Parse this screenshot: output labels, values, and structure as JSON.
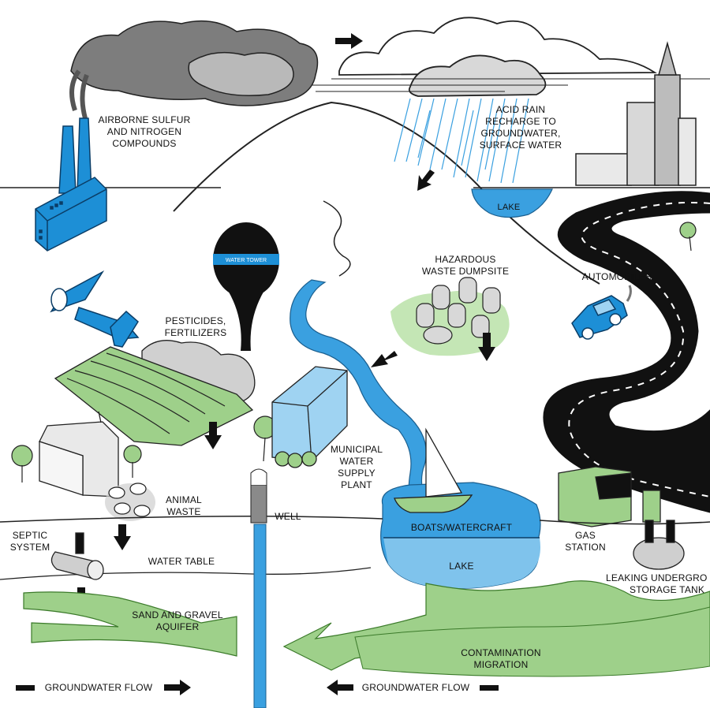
{
  "colors": {
    "water_blue": "#3aa0e0",
    "light_blue": "#9fd3f2",
    "industry_blue": "#1d8fd6",
    "ground_green": "#9ed08a",
    "smoke_gray": "#8a8a8a",
    "road_black": "#111111"
  },
  "labels": {
    "airborne": [
      "AIRBORNE SULFUR",
      "AND NITROGEN",
      "COMPOUNDS"
    ],
    "acid_rain": [
      "ACID RAIN",
      "RECHARGE TO",
      "GROUNDWATER,",
      "SURFACE WATER"
    ],
    "lake_top": "LAKE",
    "water_tower": "WATER TOWER",
    "hazardous": [
      "HAZARDOUS",
      "WASTE DUMPSITE"
    ],
    "automobiles": "AUTOMOBILES",
    "pesticides": [
      "PESTICIDES,",
      "FERTILIZERS"
    ],
    "municipal": [
      "MUNICIPAL",
      "WATER",
      "SUPPLY",
      "PLANT"
    ],
    "animal_waste": [
      "ANIMAL",
      "WASTE"
    ],
    "well": "WELL",
    "boats": "BOATS/WATERCRAFT",
    "gas_station": [
      "GAS",
      "STATION"
    ],
    "septic": [
      "SEPTIC",
      "SYSTEM"
    ],
    "water_table": "WATER TABLE",
    "lake_bottom": "LAKE",
    "leaking_tank": [
      "LEAKING UNDERGRO",
      "STORAGE TANK"
    ],
    "sand_gravel": [
      "SAND AND GRAVEL",
      "AQUIFER"
    ],
    "contamination": [
      "CONTAMINATION",
      "MIGRATION"
    ],
    "gw_flow_left": "GROUNDWATER FLOW",
    "gw_flow_right": "GROUNDWATER FLOW"
  },
  "icons": [
    "factory-icon",
    "water-tower-icon",
    "crop-duster-plane-icon",
    "barn-icon",
    "sheep-icon",
    "barrels-icon",
    "car-icon",
    "gas-station-icon",
    "boat-icon",
    "well-icon",
    "septic-tank-icon",
    "storage-tank-icon",
    "tree-icon",
    "arrow-icon"
  ]
}
